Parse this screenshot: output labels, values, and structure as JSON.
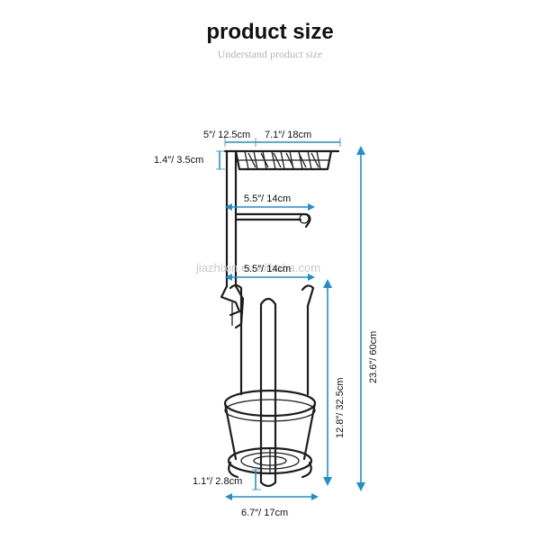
{
  "header": {
    "title": "product size",
    "subtitle": "Understand product size"
  },
  "watermark": "jiazhixin.en.alibaba.com",
  "dimensions": {
    "shelf_depth": "5″/ 12.5cm",
    "shelf_width": "7.1″/ 18cm",
    "shelf_height": "1.4″/ 3.5cm",
    "arm_length": "5.5″/ 14cm",
    "inner_width": "5.5″/ 14cm",
    "total_height": "23.6″/ 60cm",
    "reserve_height": "12.8″/ 32.5cm",
    "foot_height": "1.1″/ 2.8cm",
    "base_width": "6.7″/ 17cm"
  },
  "colors": {
    "arrow": "#1e8fd0",
    "wire": "#1d1d1d"
  }
}
